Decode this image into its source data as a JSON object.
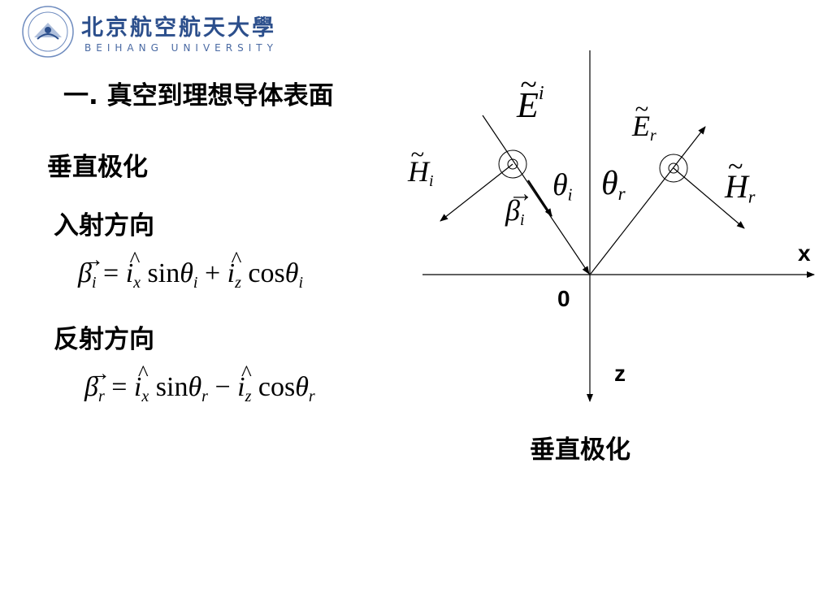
{
  "header": {
    "university_cn": "北京航空航天大學",
    "university_en": "BEIHANG UNIVERSITY"
  },
  "slide": {
    "title": "一. 真空到理想导体表面",
    "polarization_label": "垂直极化",
    "incident_heading": "入射方向",
    "reflected_heading": "反射方向",
    "incident_equation": {
      "lhs": "β",
      "lhs_sub": "i",
      "eq": "=",
      "t1_unit": "i",
      "t1_sub": "x",
      "t1_func": "sin",
      "t1_arg": "θ",
      "t1_arg_sub": "i",
      "op": "+",
      "t2_unit": "i",
      "t2_sub": "z",
      "t2_func": "cos",
      "t2_arg": "θ",
      "t2_arg_sub": "i"
    },
    "reflected_equation": {
      "lhs": "β",
      "lhs_sub": "r",
      "eq": "=",
      "t1_unit": "i",
      "t1_sub": "x",
      "t1_func": "sin",
      "t1_arg": "θ",
      "t1_arg_sub": "r",
      "op": "−",
      "t2_unit": "i",
      "t2_sub": "z",
      "t2_func": "cos",
      "t2_arg": "θ",
      "t2_arg_sub": "r"
    }
  },
  "diagram": {
    "axis_x": "x",
    "axis_z": "z",
    "origin": "0",
    "E_i": {
      "sym": "E",
      "sup": "i"
    },
    "E_r": {
      "sym": "E",
      "sub": "r"
    },
    "H_i": {
      "sym": "H",
      "sub": "i"
    },
    "H_r": {
      "sym": "H",
      "sub": "r"
    },
    "beta_i": {
      "sym": "β",
      "sub": "i"
    },
    "theta_i": {
      "sym": "θ",
      "sub": "i"
    },
    "theta_r": {
      "sym": "θ",
      "sub": "r"
    },
    "caption": "垂直极化"
  },
  "colors": {
    "logo_blue": "#2c4f8c",
    "text": "#000000",
    "background": "#ffffff"
  }
}
